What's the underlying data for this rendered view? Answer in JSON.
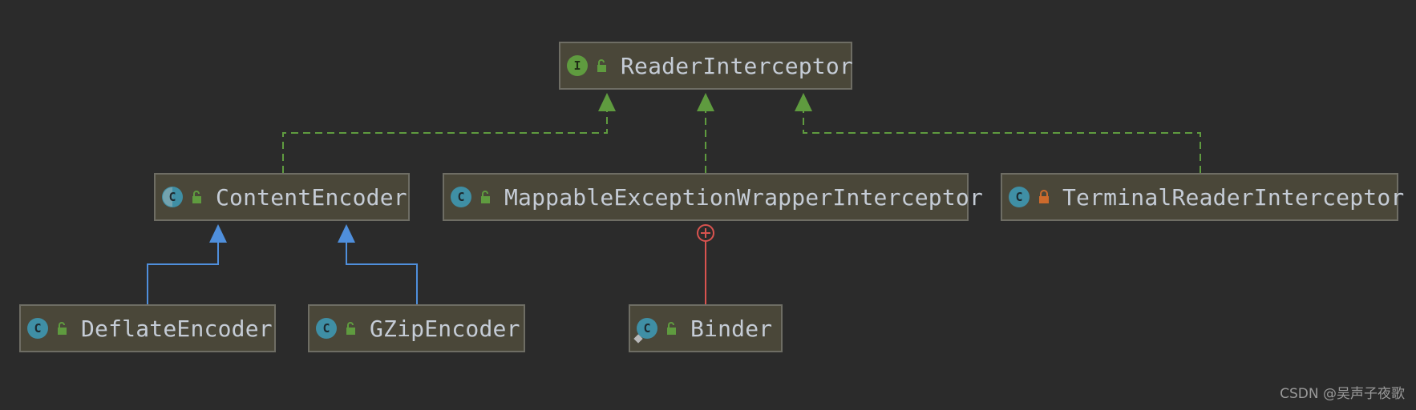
{
  "diagram": {
    "nodes": {
      "reader_interceptor": {
        "label": "ReaderInterceptor",
        "kind": "interface",
        "badge_letter": "I",
        "access": "public"
      },
      "content_encoder": {
        "label": "ContentEncoder",
        "kind": "abstract-class",
        "badge_letter": "C",
        "access": "public"
      },
      "mappable": {
        "label": "MappableExceptionWrapperInterceptor",
        "kind": "class",
        "badge_letter": "C",
        "access": "public"
      },
      "terminal": {
        "label": "TerminalReaderInterceptor",
        "kind": "class",
        "badge_letter": "C",
        "access": "private"
      },
      "deflate": {
        "label": "DeflateEncoder",
        "kind": "class",
        "badge_letter": "C",
        "access": "public"
      },
      "gzip": {
        "label": "GZipEncoder",
        "kind": "class",
        "badge_letter": "C",
        "access": "public"
      },
      "binder": {
        "label": "Binder",
        "kind": "static-inner-class",
        "badge_letter": "C",
        "access": "public"
      }
    },
    "edges": [
      {
        "from": "content_encoder",
        "to": "reader_interceptor",
        "type": "implements"
      },
      {
        "from": "mappable",
        "to": "reader_interceptor",
        "type": "implements"
      },
      {
        "from": "terminal",
        "to": "reader_interceptor",
        "type": "implements"
      },
      {
        "from": "deflate",
        "to": "content_encoder",
        "type": "extends"
      },
      {
        "from": "gzip",
        "to": "content_encoder",
        "type": "extends"
      },
      {
        "from": "binder",
        "to": "mappable",
        "type": "inner-class"
      }
    ],
    "colors": {
      "background": "#2b2b2b",
      "node_fill": "#4a4739",
      "node_border": "#6e6d64",
      "implements_edge": "#5f9b3f",
      "extends_edge": "#4f8fdc",
      "inner_edge": "#d9534f",
      "label_text": "#c5ccd6"
    }
  },
  "watermark": "CSDN @吴声子夜歌"
}
